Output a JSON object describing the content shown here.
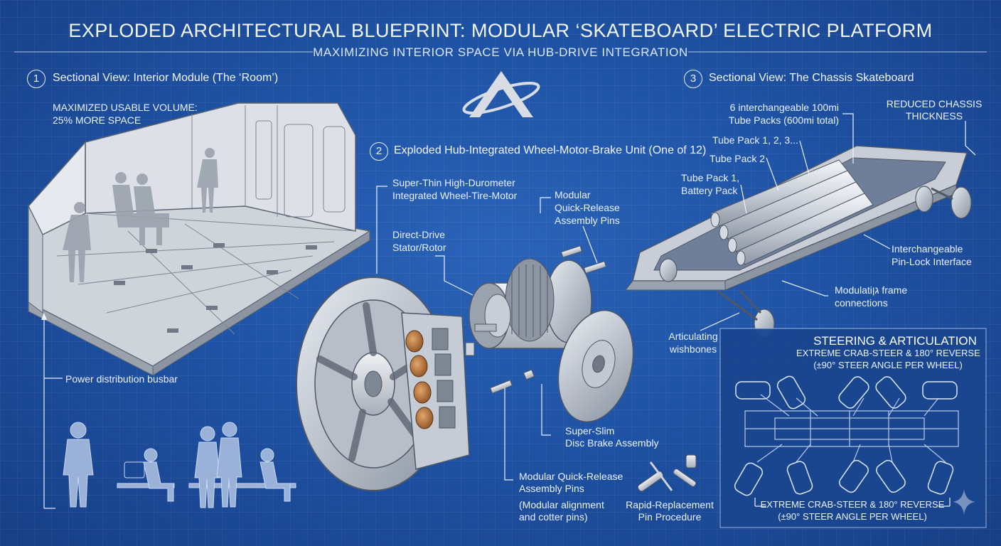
{
  "title": "EXPLODED ARCHITECTURAL BLUEPRINT: MODULAR ‘SKATEBOARD’ ELECTRIC PLATFORM",
  "subtitle": "MAXIMIZING INTERIOR SPACE VIA HUB-DRIVE INTEGRATION",
  "section1": {
    "number": "1",
    "heading": "Sectional View: Interior Module (The ‘Room’)",
    "volume_line1": "MAXIMIZED USABLE VOLUME:",
    "volume_line2": "25% MORE SPACE",
    "busbar": "Power distribution busbar"
  },
  "section2": {
    "number": "2",
    "heading": "Exploded Hub-Integrated Wheel-Motor-Brake Unit (One of 12)",
    "tire_line1": "Super-Thin High-Durometer",
    "tire_line2": "Integrated Wheel-Tire-Motor",
    "stator_line1": "Direct-Drive",
    "stator_line2": "Stator/Rotor",
    "pins_line1": "Modular",
    "pins_line2": "Quick-Release",
    "pins_line3": "Assembly Pins",
    "brake_line1": "Super-Slim",
    "brake_line2": "Disc Brake Assembly",
    "pins2_line1": "Modular Quick-Release",
    "pins2_line2": "Assembly Pins",
    "pins2_line3": "(Modular alignment",
    "pins2_line4": "and cotter pins)",
    "rapid_line1": "Rapid-Replacement",
    "rapid_line2": "Pin Procedure"
  },
  "section3": {
    "number": "3",
    "heading": "Sectional View: The Chassis Skateboard",
    "tubes_line1": "6 interchangeable 100mi",
    "tubes_line2": "Tube Packs (600mi total)",
    "reduced_line1": "REDUCED CHASSIS",
    "reduced_line2": "THICKNESS",
    "pack123": "Tube Pack 1, 2, 3...",
    "pack2": "Tube Pack 2",
    "pack1_line1": "Tube Pack 1,",
    "pack1_line2": "Battery Pack",
    "pinlock_line1": "Interchangeable",
    "pinlock_line2": "Pin-Lock Interface",
    "frame_line1": "Modulatiגן frame",
    "frame_line2": "connections",
    "wish_line1": "Articulating",
    "wish_line2": "wishbones"
  },
  "steering": {
    "heading": "STEERING & ARTICULATION",
    "sub_line1": "EXTREME CRAB-STEER & 180° REVERSE",
    "sub_line2": "(±90° STEER ANGLE PER WHEEL)",
    "bottom_line1": "EXTREME CRAB-STEER & 180° REVERSE",
    "bottom_line2": "(±90° STEER ANGLE PER WHEEL)"
  },
  "colors": {
    "background": "#1f53a5",
    "line": "#eaf1ff",
    "metal": "#c9ced6"
  },
  "icons": [
    "logo-icon",
    "sparkle-icon"
  ]
}
